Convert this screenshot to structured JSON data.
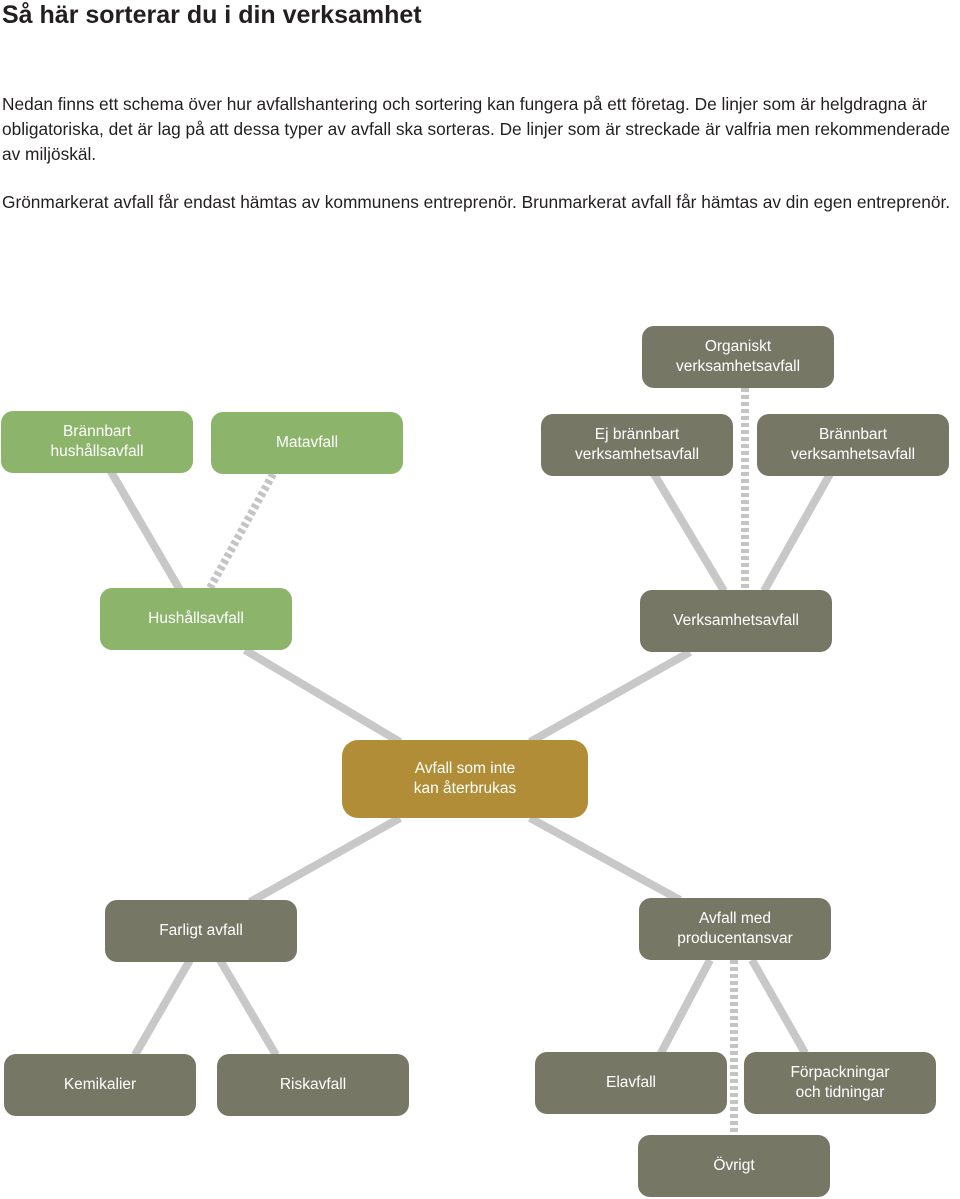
{
  "header": {
    "title": "Så här sorterar du i din verksamhet",
    "paragraph_1": "Nedan finns ett schema över hur avfallshantering och sortering kan fungera på ett företag. De linjer som är helgdragna är obligatoriska, det är lag på att dessa typer av avfall ska sorteras. De linjer som är streckade är valfria men rekommenderade av miljöskäl.",
    "paragraph_2": "Grönmarkerat avfall får endast hämtas av kommunens entreprenör. Brunmarkerat avfall får hämtas av din egen entreprenör."
  },
  "colors": {
    "green": "#8cb56b",
    "gray": "#777766",
    "gold": "#b08d36",
    "line_solid": "#c8c8c8",
    "line_dashed": "#c4c4c4"
  },
  "diagram": {
    "nodes": {
      "organiskt": "Organiskt\nverksamhetsavfall",
      "brannbart_hushall": "Brännbart\nhushållsavfall",
      "matavfall": "Matavfall",
      "ej_brannbart_verksamhet": "Ej brännbart\nverksamhetsavfall",
      "brannbart_verksamhet": "Brännbart\nverksamhetsavfall",
      "hushallsavfall": "Hushållsavfall",
      "verksamhetsavfall": "Verksamhetsavfall",
      "avfall_som_inte": "Avfall som inte\nkan återbrukas",
      "farligt_avfall": "Farligt avfall",
      "producentansvar": "Avfall med\nproducentansvar",
      "kemikalier": "Kemikalier",
      "riskavfall": "Riskavfall",
      "elavfall": "Elavfall",
      "forpackningar": "Förpackningar\noch tidningar",
      "ovrigt": "Övrigt"
    },
    "edges": [
      {
        "from": "brannbart_hushall",
        "to": "hushallsavfall",
        "style": "solid"
      },
      {
        "from": "matavfall",
        "to": "hushallsavfall",
        "style": "dashed"
      },
      {
        "from": "ej_brannbart_verksamhet",
        "to": "verksamhetsavfall",
        "style": "solid"
      },
      {
        "from": "organiskt",
        "to": "verksamhetsavfall",
        "style": "dashed"
      },
      {
        "from": "brannbart_verksamhet",
        "to": "verksamhetsavfall",
        "style": "solid"
      },
      {
        "from": "hushallsavfall",
        "to": "avfall_som_inte",
        "style": "solid"
      },
      {
        "from": "verksamhetsavfall",
        "to": "avfall_som_inte",
        "style": "solid"
      },
      {
        "from": "avfall_som_inte",
        "to": "farligt_avfall",
        "style": "solid"
      },
      {
        "from": "avfall_som_inte",
        "to": "producentansvar",
        "style": "solid"
      },
      {
        "from": "farligt_avfall",
        "to": "kemikalier",
        "style": "solid"
      },
      {
        "from": "farligt_avfall",
        "to": "riskavfall",
        "style": "solid"
      },
      {
        "from": "producentansvar",
        "to": "elavfall",
        "style": "solid"
      },
      {
        "from": "producentansvar",
        "to": "forpackningar",
        "style": "solid"
      },
      {
        "from": "producentansvar",
        "to": "ovrigt",
        "style": "dashed"
      }
    ]
  }
}
